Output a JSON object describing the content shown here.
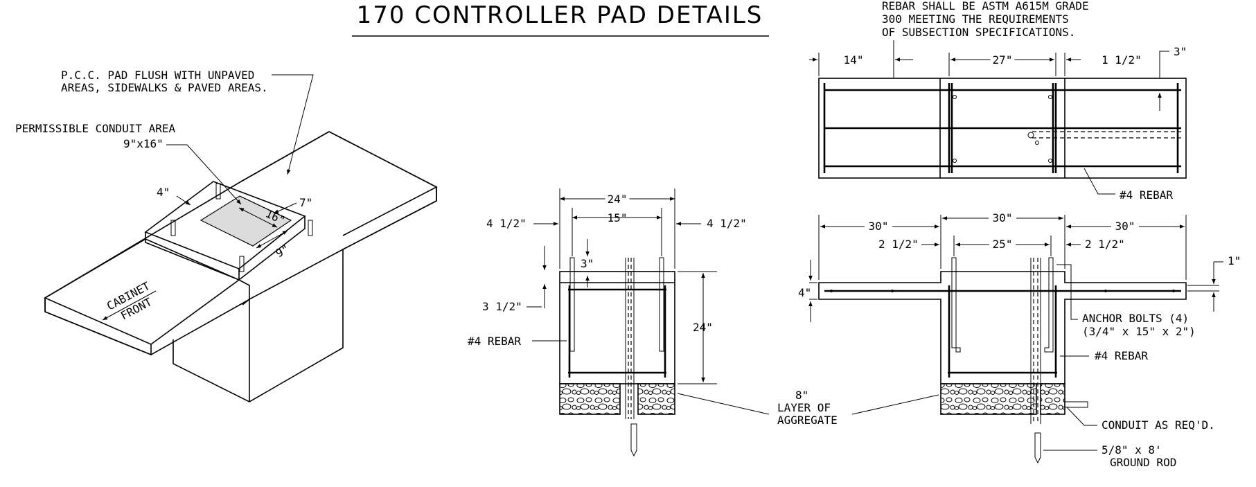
{
  "title": "170 CONTROLLER PAD DETAILS",
  "notes": {
    "rebar_spec": [
      "REBAR SHALL BE ASTM A615M GRADE",
      "300 MEETING THE REQUIREMENTS",
      "OF SUBSECTION SPECIFICATIONS."
    ],
    "pcc_pad": [
      "P.C.C. PAD FLUSH WITH UNPAVED",
      "AREAS, SIDEWALKS & PAVED AREAS."
    ],
    "conduit_area": [
      "PERMISSIBLE CONDUIT AREA",
      "9\"x16\""
    ],
    "cabinet_front": [
      "CABINET",
      "FRONT"
    ],
    "aggregate": [
      "8\"",
      "LAYER OF",
      "AGGREGATE"
    ],
    "anchor_bolts": [
      "ANCHOR BOLTS (4)",
      "(3/4\" x 15\" x 2\")"
    ],
    "conduit": "CONDUIT AS REQ'D.",
    "ground_rod": [
      "5/8\" x 8'",
      "GROUND ROD"
    ],
    "rebar_left": "#4 REBAR",
    "rebar_right": "#4 REBAR",
    "rebar_plan": "#4 REBAR"
  },
  "iso_dims": {
    "d4": "4\"",
    "d16": "16\"",
    "d7": "7\"",
    "d9": "9\""
  },
  "section_dims": {
    "w24": "24\"",
    "w15": "15\"",
    "l412": "4 1/2\"",
    "r412": "4 1/2\"",
    "d3": "3\"",
    "d312": "3 1/2\"",
    "h24": "24\""
  },
  "plan_dims": {
    "d14": "14\"",
    "d27": "27\"",
    "d112": "1 1/2\"",
    "d3": "3\""
  },
  "elev_dims": {
    "a30": "30\"",
    "b30": "30\"",
    "c30": "30\"",
    "l212": "2 1/2\"",
    "w25": "25\"",
    "r212": "2 1/2\"",
    "d4": "4\"",
    "d1": "1\""
  }
}
